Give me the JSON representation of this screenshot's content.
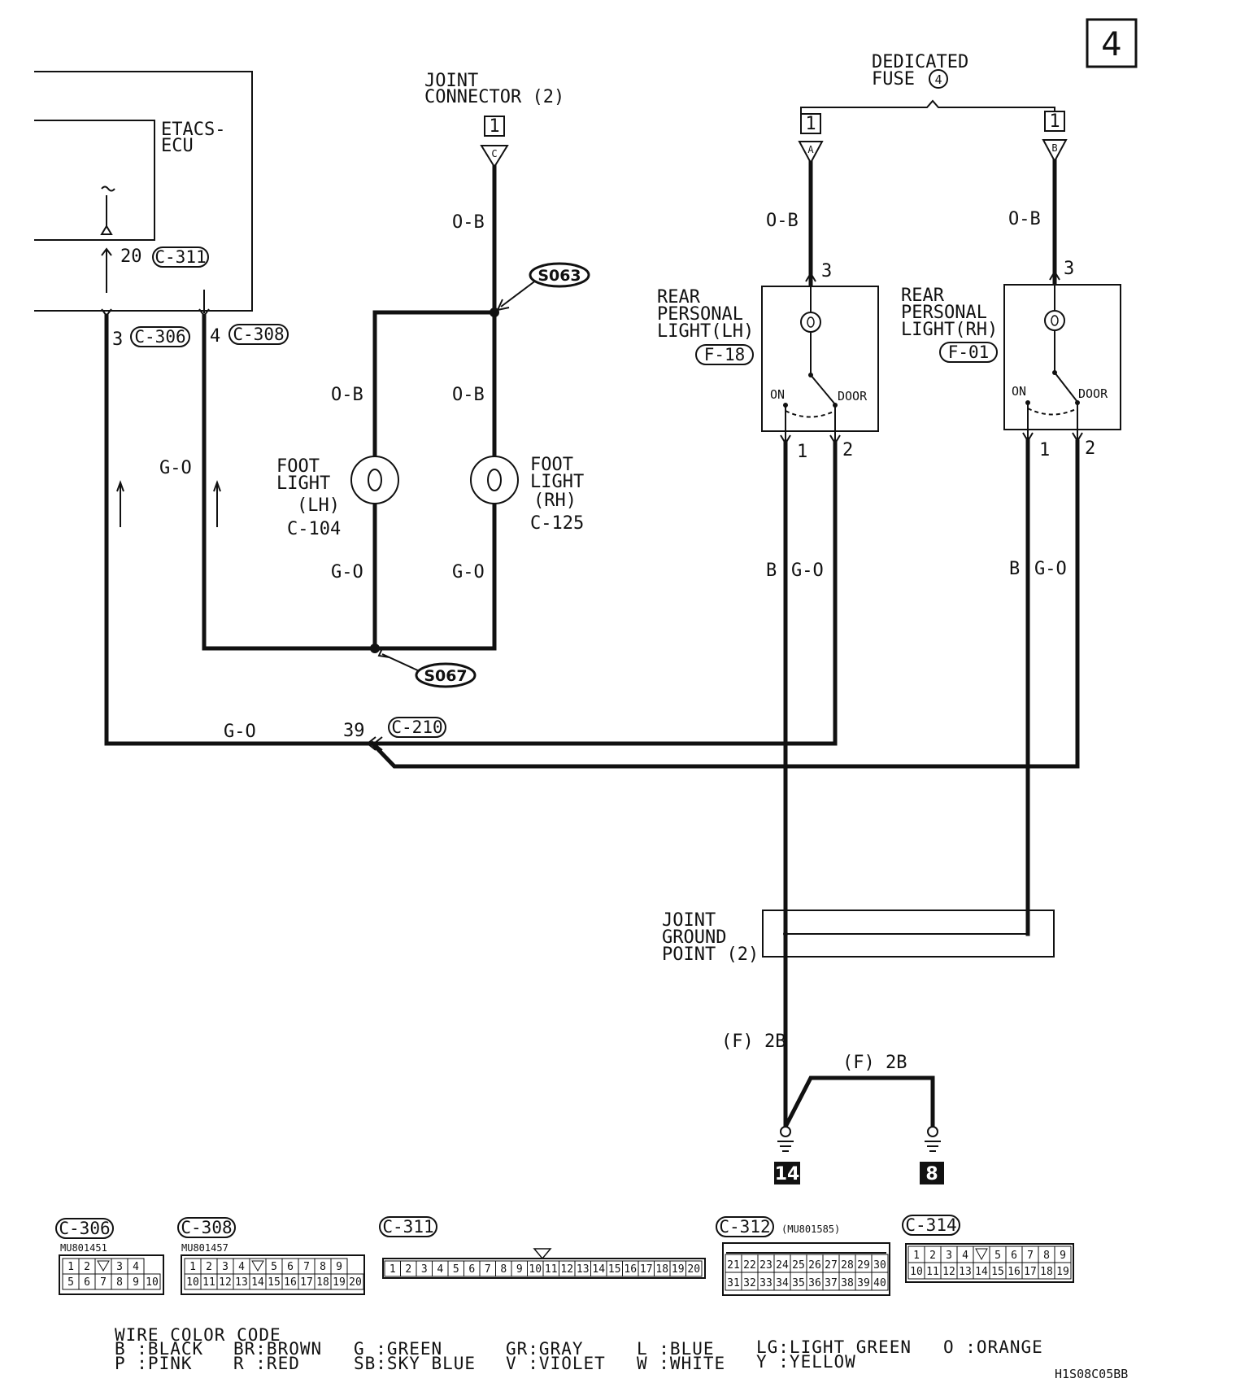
{
  "page_number": "4",
  "dedicated_fuse": {
    "label_line1": "DEDICATED",
    "label_line2": "FUSE",
    "fuse_no": "4",
    "term_a": "1",
    "term_b": "1",
    "pin_a": "A",
    "pin_b": "B"
  },
  "joint_connector": {
    "line1": "JOINT",
    "line2": "CONNECTOR (2)",
    "term": "1",
    "pin": "C"
  },
  "etacs": {
    "line1": "ETACS-",
    "line2": "ECU",
    "pin20": "20",
    "c311": "C-311",
    "pin3": "3",
    "c306": "C-306",
    "pin4": "4",
    "c308": "C-308"
  },
  "splices": {
    "s063": "S063",
    "s067": "S067"
  },
  "foot_lh": {
    "line1": "FOOT",
    "line2": "LIGHT",
    "line3": "(LH)",
    "conn": "C-104"
  },
  "foot_rh": {
    "line1": "FOOT",
    "line2": "LIGHT",
    "line3": "(RH)",
    "conn": "C-125"
  },
  "rear_lh": {
    "line1": "REAR",
    "line2": "PERSONAL",
    "line3": "LIGHT(LH)",
    "conn": "F-18",
    "pin3": "3",
    "pin1": "1",
    "pin2": "2",
    "on": "ON",
    "door": "DOOR"
  },
  "rear_rh": {
    "line1": "REAR",
    "line2": "PERSONAL",
    "line3": "LIGHT(RH)",
    "conn": "F-01",
    "pin3": "3",
    "pin1": "1",
    "pin2": "2",
    "on": "ON",
    "door": "DOOR"
  },
  "wires": {
    "ob": "O-B",
    "go": "G-O",
    "b": "B",
    "f2b": "(F) 2B"
  },
  "c210": {
    "pin": "39",
    "conn": "C-210"
  },
  "joint_ground": {
    "line1": "JOINT",
    "line2": "GROUND",
    "line3": "POINT (2)"
  },
  "grounds": {
    "g14": "14",
    "g8": "8"
  },
  "connectors": {
    "c306": {
      "name": "C-306",
      "part": "MU801451",
      "row1": [
        "1",
        "2",
        "",
        "3",
        "4"
      ],
      "row2": [
        "5",
        "6",
        "7",
        "8",
        "9",
        "10"
      ]
    },
    "c308": {
      "name": "C-308",
      "part": "MU801457",
      "row1": [
        "1",
        "2",
        "3",
        "4",
        "",
        "5",
        "6",
        "7",
        "8",
        "9"
      ],
      "row2": [
        "10",
        "11",
        "12",
        "13",
        "14",
        "15",
        "16",
        "17",
        "18",
        "19",
        "20"
      ]
    },
    "c311": {
      "name": "C-311",
      "row1": [
        "1",
        "2",
        "3",
        "4",
        "5",
        "6",
        "7",
        "8",
        "9",
        "10",
        "11",
        "12",
        "13",
        "14",
        "15",
        "16",
        "17",
        "18",
        "19",
        "20"
      ]
    },
    "c312": {
      "name": "C-312",
      "part": "(MU801585)",
      "row1": [
        "21",
        "22",
        "23",
        "24",
        "25",
        "26",
        "27",
        "28",
        "29",
        "30"
      ],
      "row2": [
        "31",
        "32",
        "33",
        "34",
        "35",
        "36",
        "37",
        "38",
        "39",
        "40"
      ]
    },
    "c314": {
      "name": "C-314",
      "row1": [
        "1",
        "2",
        "3",
        "4",
        "",
        "5",
        "6",
        "7",
        "8",
        "9"
      ],
      "row2": [
        "10",
        "11",
        "12",
        "13",
        "14",
        "15",
        "16",
        "17",
        "18",
        "19"
      ]
    }
  },
  "wire_color_code": {
    "title": "WIRE COLOR CODE",
    "row1": [
      "B :BLACK",
      "BR:BROWN",
      "G :GREEN",
      "GR:GRAY",
      "L :BLUE",
      "LG:LIGHT GREEN",
      "O :ORANGE"
    ],
    "row2": [
      "P :PINK",
      "R :RED",
      "SB:SKY BLUE",
      "V :VIOLET",
      "W :WHITE",
      "Y :YELLOW"
    ]
  },
  "ref_code": "H1S08C05BB"
}
